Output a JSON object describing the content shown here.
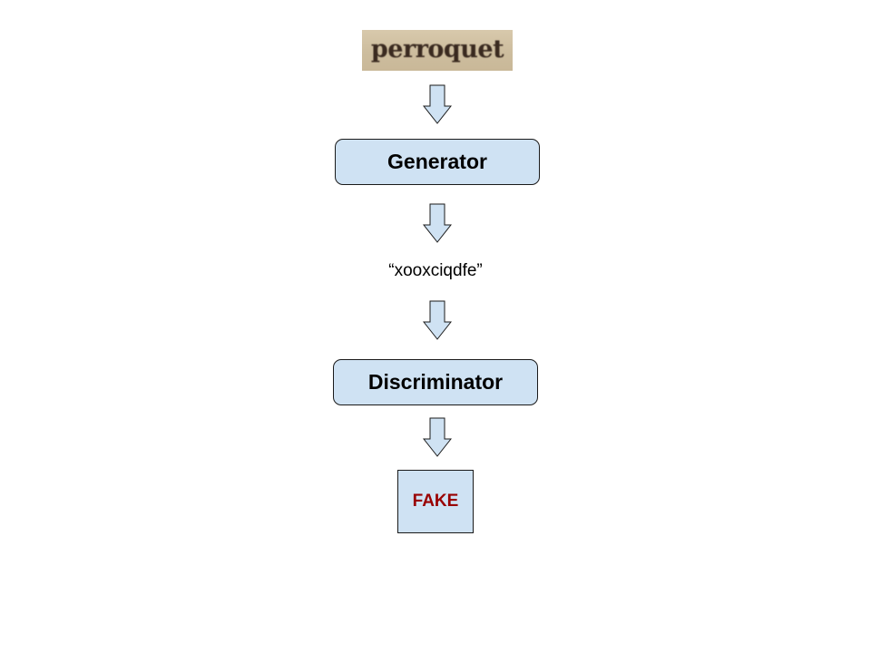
{
  "input_image": {
    "text": "perroquet"
  },
  "generator": {
    "label": "Generator"
  },
  "generated_output": {
    "text": "“xooxciqdfe”"
  },
  "discriminator": {
    "label": "Discriminator"
  },
  "verdict": {
    "label": "FAKE"
  },
  "colors": {
    "box_fill": "#cfe2f3",
    "box_stroke": "#1a1a1a",
    "verdict_text": "#990000",
    "captcha_bg": "#cdbd9e"
  }
}
